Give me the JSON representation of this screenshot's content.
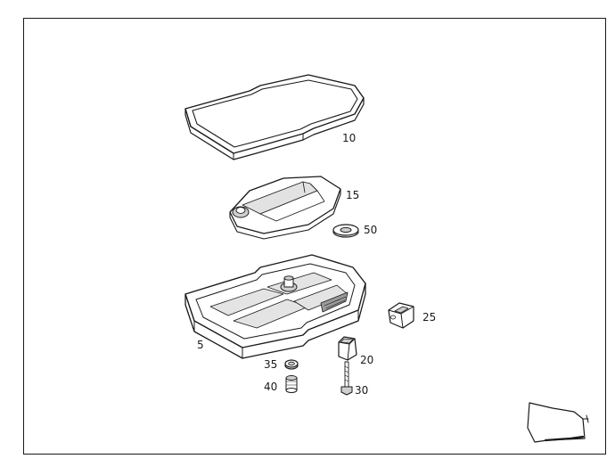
{
  "callouts": {
    "gasket": "10",
    "filter": "15",
    "washer": "50",
    "oil_pan": "5",
    "connector": "25",
    "clip": "20",
    "bolt": "30",
    "seal_ring": "35",
    "drain_plug": "40"
  },
  "colors": {
    "line": "#1a1a1a",
    "fill": "#ffffff",
    "shade": "#cfcfcf"
  },
  "icons": {
    "orientation": "vehicle-orientation-icon"
  }
}
